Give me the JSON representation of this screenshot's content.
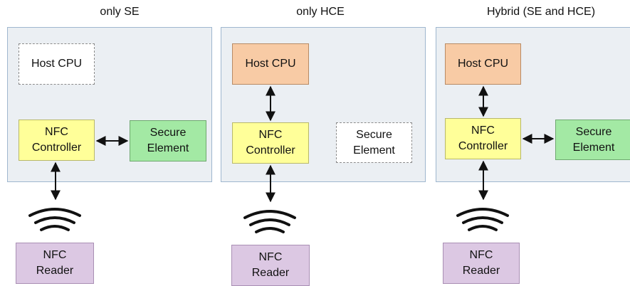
{
  "titles": {
    "panel1": "only SE",
    "panel2": "only HCE",
    "panel3": "Hybrid (SE and HCE)"
  },
  "labels": {
    "host_cpu": "Host CPU",
    "nfc_controller_1": "NFC",
    "nfc_controller_2": "Controller",
    "secure_element_1": "Secure",
    "secure_element_2": "Element",
    "nfc_reader_1": "NFC",
    "nfc_reader_2": "Reader"
  },
  "colors": {
    "panel_bg": "#ebeff3",
    "host_cpu_active": "#f8cba5",
    "nfc_controller": "#ffff99",
    "secure_element_active": "#a3e9a4",
    "nfc_reader": "#dcc8e3",
    "inactive": "#ffffff"
  },
  "icons": {
    "wireless": "wireless-signal-icon",
    "arrow": "double-arrow-icon"
  }
}
